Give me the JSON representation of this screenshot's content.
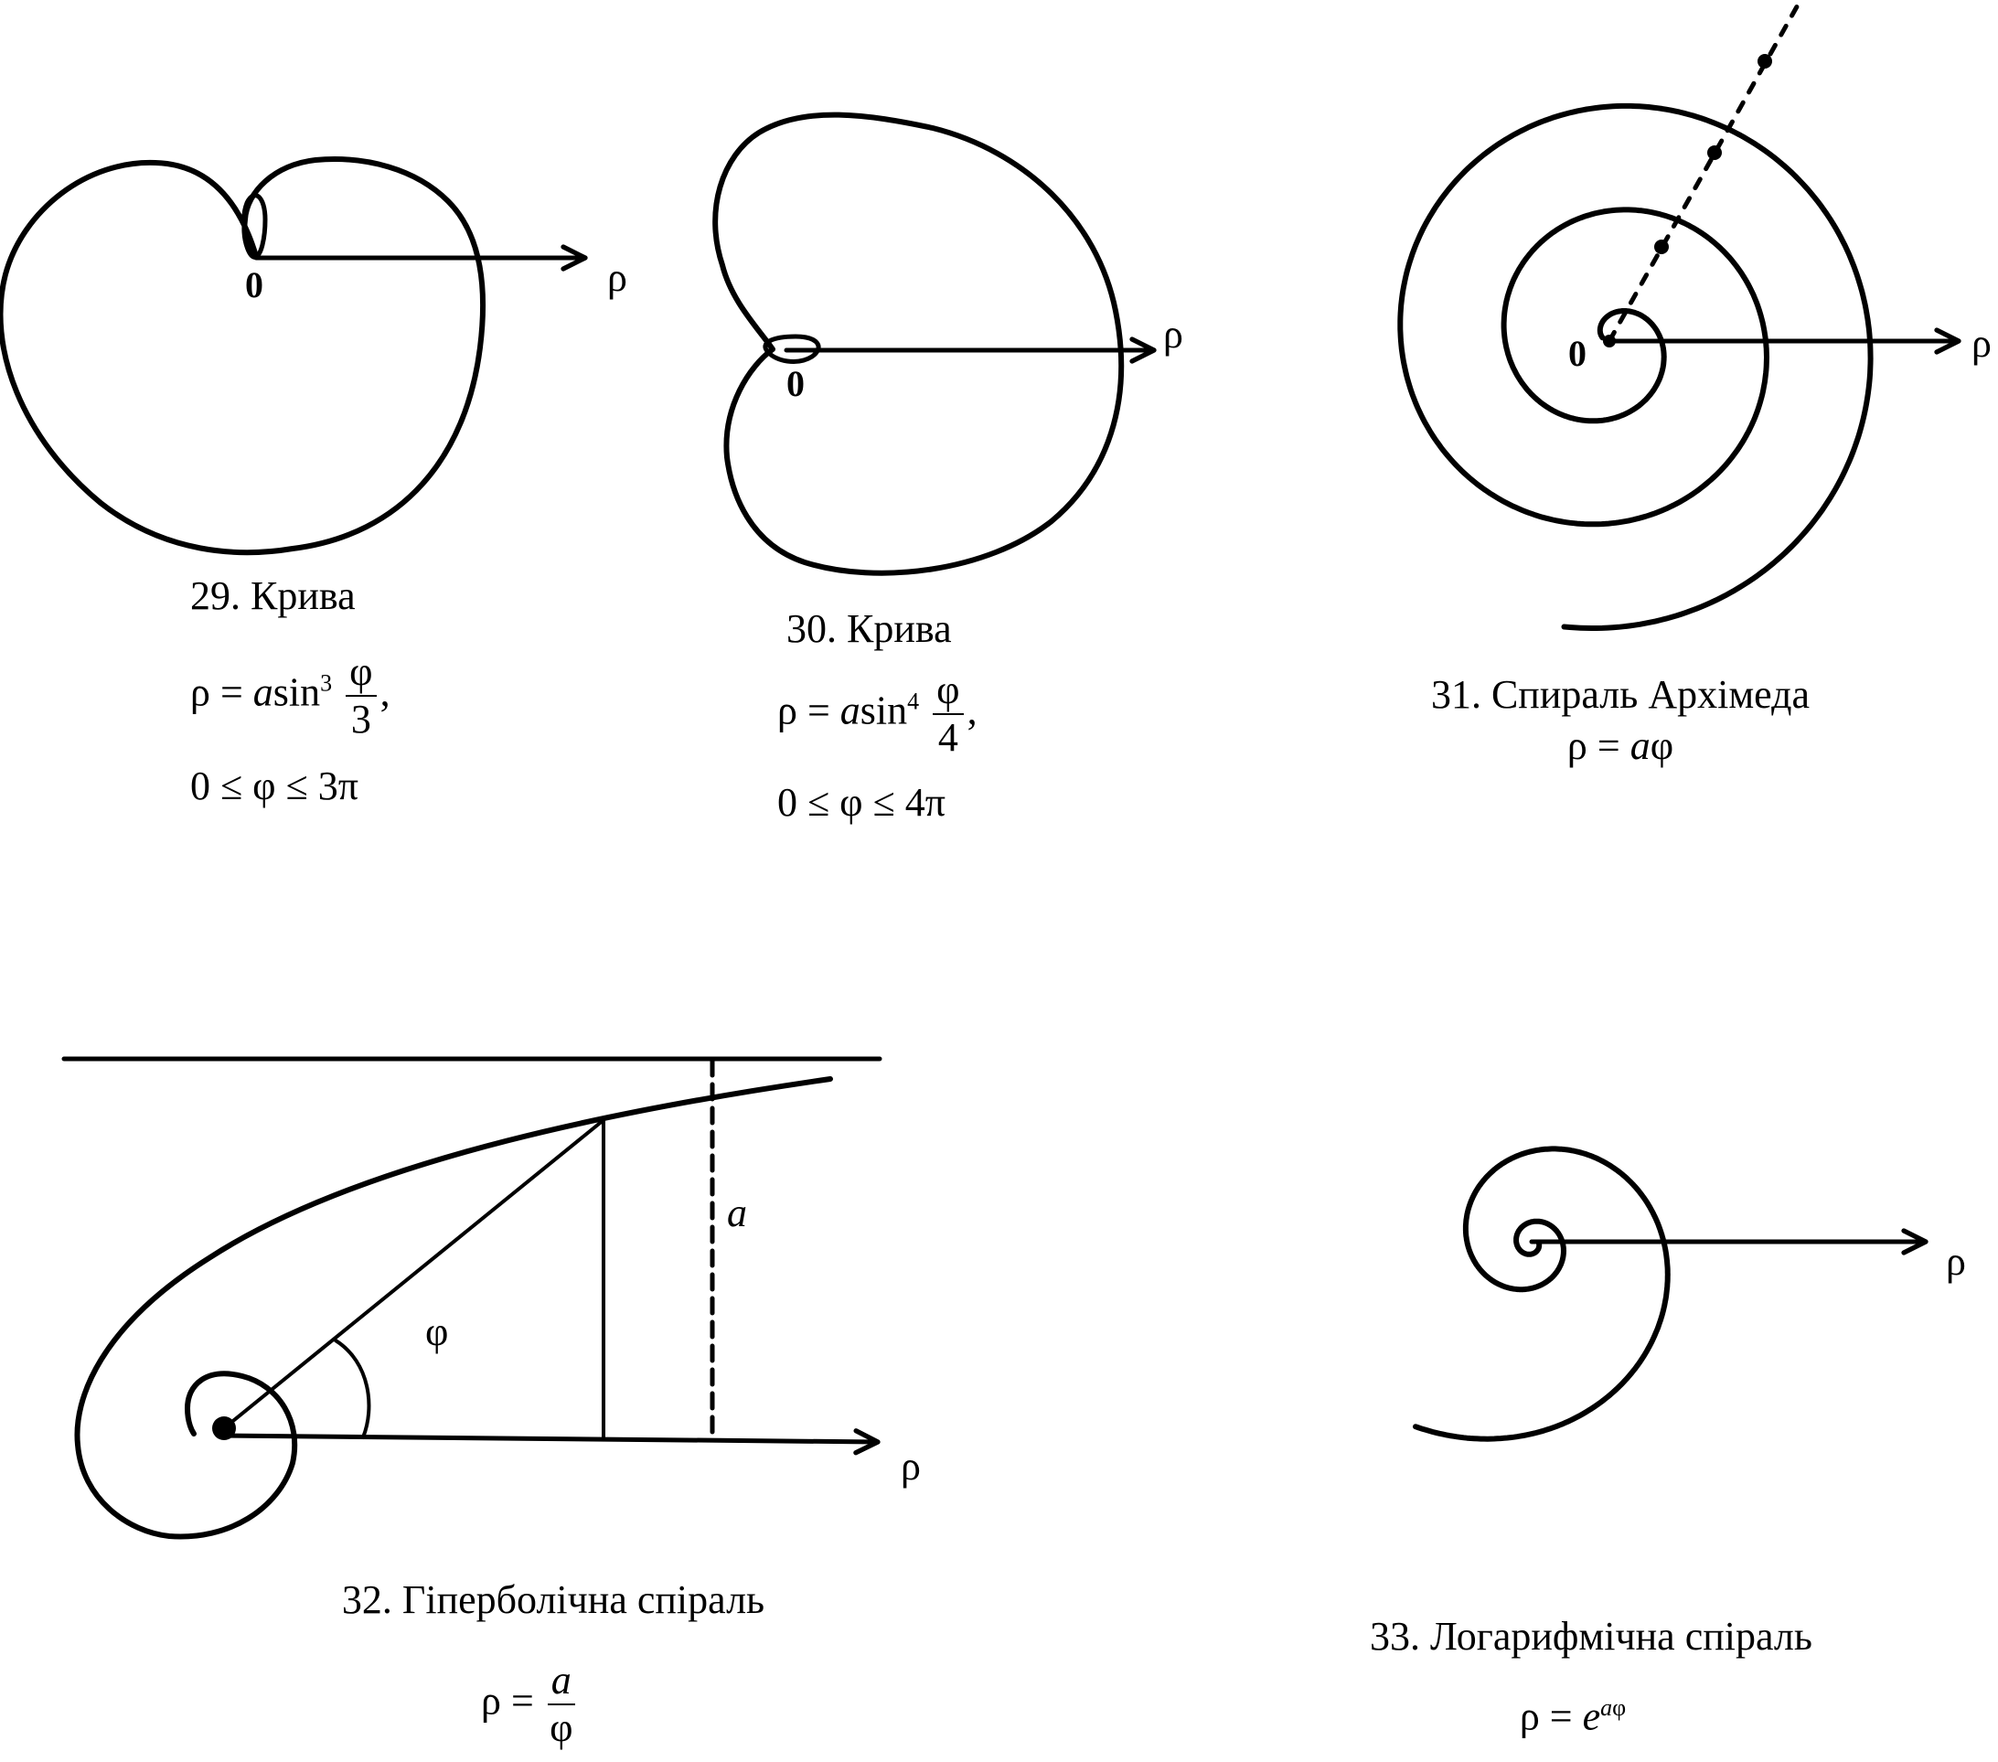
{
  "figures": [
    {
      "number_title": "29. Крива",
      "formula": {
        "lhs": "ρ",
        "eq": "=",
        "coef": "a",
        "func": "sin",
        "power": "3",
        "num": "φ",
        "den": "3",
        "tail": ","
      },
      "range": "0 ≤ φ ≤ 3π",
      "origin": "0",
      "axis": "ρ"
    },
    {
      "number_title": "30. Крива",
      "formula": {
        "lhs": "ρ",
        "eq": "=",
        "coef": "a",
        "func": "sin",
        "power": "4",
        "num": "φ",
        "den": "4",
        "tail": ","
      },
      "range": "0 ≤ φ ≤ 4π",
      "origin": "0",
      "axis": "ρ"
    },
    {
      "number_title": "31. Спираль Архімеда",
      "formula_text": {
        "lhs": "ρ = ",
        "var": "a",
        "rest": "φ"
      },
      "origin": "0",
      "axis": "ρ"
    },
    {
      "number_title": "32. Гіперболічна спіраль",
      "formula": {
        "lhs": "ρ",
        "eq": "=",
        "num": "a",
        "den": "φ"
      },
      "angle": "φ",
      "asymptote_label": "a",
      "axis": "ρ"
    },
    {
      "number_title": "33. Логарифмічна спіраль",
      "formula": {
        "lhs": "ρ",
        "eq": "=",
        "base": "e",
        "exp_var": "a",
        "exp_rest": "φ"
      },
      "axis": "ρ"
    }
  ],
  "colors": {
    "ink": "#000000",
    "background": "#ffffff"
  }
}
